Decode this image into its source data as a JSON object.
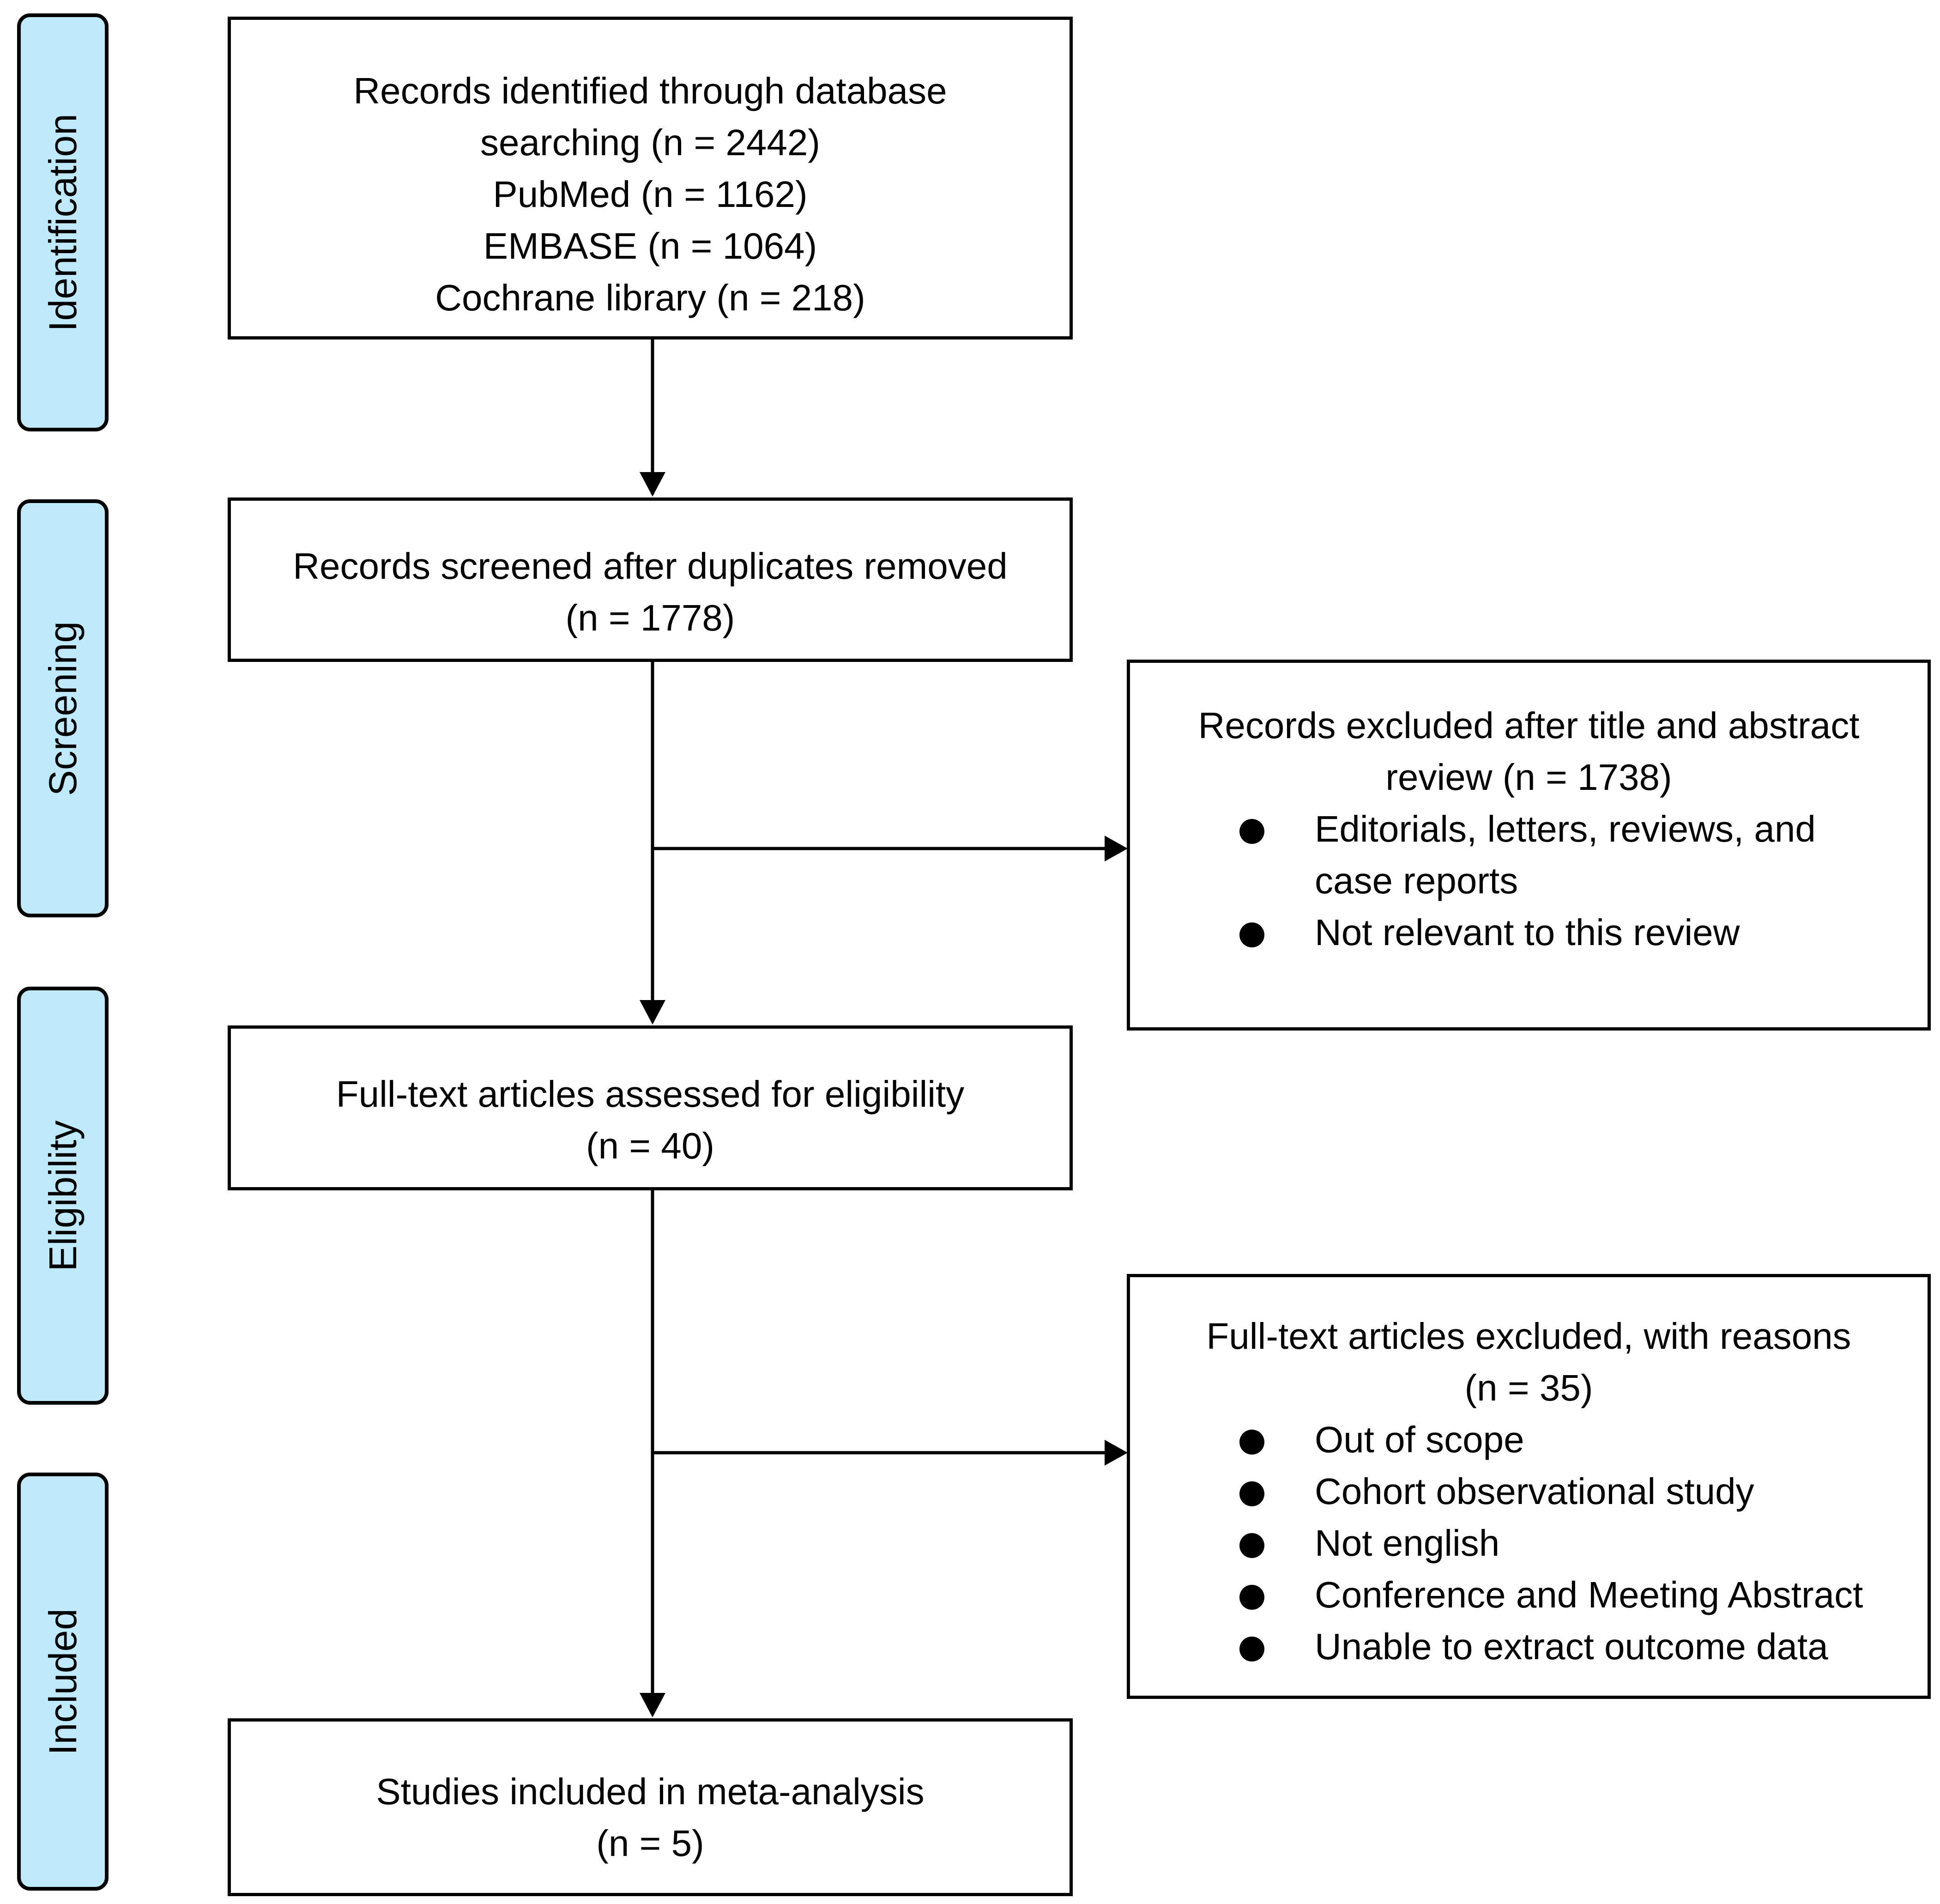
{
  "phases": {
    "identification": "Identification",
    "screening": "Screening",
    "eligibility": "Eligibility",
    "included": "Included"
  },
  "identified": {
    "lines": [
      "Records identified through database",
      "searching (n = 2442)",
      "PubMed (n = 1162)",
      "EMBASE (n = 1064)",
      "Cochrane library (n = 218)"
    ]
  },
  "screened": {
    "lines": [
      "Records screened after duplicates removed",
      "(n = 1778)"
    ]
  },
  "excluded_screening": {
    "lines": [
      "Records excluded after title and abstract",
      "review (n = 1738)"
    ],
    "bullets": [
      "Editorials, letters, reviews, and",
      "case reports",
      "Not relevant to this review"
    ]
  },
  "fulltext": {
    "lines": [
      "Full-text articles assessed for eligibility",
      "(n = 40)"
    ]
  },
  "excluded_fulltext": {
    "lines": [
      "Full-text articles excluded, with reasons",
      "(n = 35)"
    ],
    "bullets": [
      "Out of scope",
      "Cohort observational study",
      "Not english",
      "Conference and Meeting Abstract",
      "Unable to extract outcome data"
    ]
  },
  "included_box": {
    "lines": [
      "Studies included in meta-analysis",
      "(n = 5)"
    ]
  }
}
